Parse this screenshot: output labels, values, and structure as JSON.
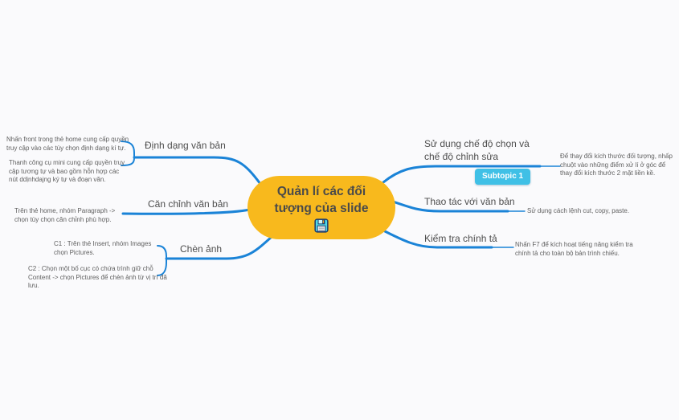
{
  "canvas": {
    "background": "#fafafc",
    "line_color": "#1a83d7",
    "topic_color": "#4d4d4d",
    "note_color": "#606060"
  },
  "root": {
    "label": "Quản lí các đối tượng của slide",
    "icon": "floppy-disk",
    "fill": "#f8b91d"
  },
  "branches": {
    "left": [
      {
        "label": "Định dạng văn bản",
        "notes": [
          "Nhấn front trong thẻ home cung cấp quyền truy cập vào các tùy chọn định dạng kí tự.",
          "Thanh công cụ mini cung cấp quyền truy cập tương tự và bao gồm hỗn hợp các nút ddịnhdajng ký tự và đoạn văn."
        ]
      },
      {
        "label": "Căn chỉnh văn bản",
        "notes": [
          "Trên thẻ home, nhóm Paragraph -> chọn tùy chọn căn chỉnh phù hợp."
        ]
      },
      {
        "label": "Chèn ảnh",
        "notes": [
          "C1 : Trên thẻ Insert, nhóm Images chọn Pictures.",
          "C2 : Chọn một bố cục có chứa trình giữ chỗ Content -> chọn Pictures để chèn ảnh từ vị trí đã lưu."
        ]
      }
    ],
    "right": [
      {
        "label": "Sử dụng chế độ chọn và chế độ chỉnh sửa",
        "badge": "Subtopic 1",
        "badge_color": "#3fc0e6",
        "notes": [
          "Để thay đổi kích thước đối tượng, nhấp chuột vào những điểm xử lí ở góc để thay đổi kích thước 2 mặt liền kề."
        ]
      },
      {
        "label": "Thao tác với văn bản",
        "notes": [
          "Sử dụng cách lệnh cut, copy, paste."
        ]
      },
      {
        "label": "Kiểm tra chính tả",
        "notes": [
          "Nhấn F7 để kích hoạt tiếng năng kiểm tra chính tả cho toàn bộ bản trình chiếu."
        ]
      }
    ]
  }
}
